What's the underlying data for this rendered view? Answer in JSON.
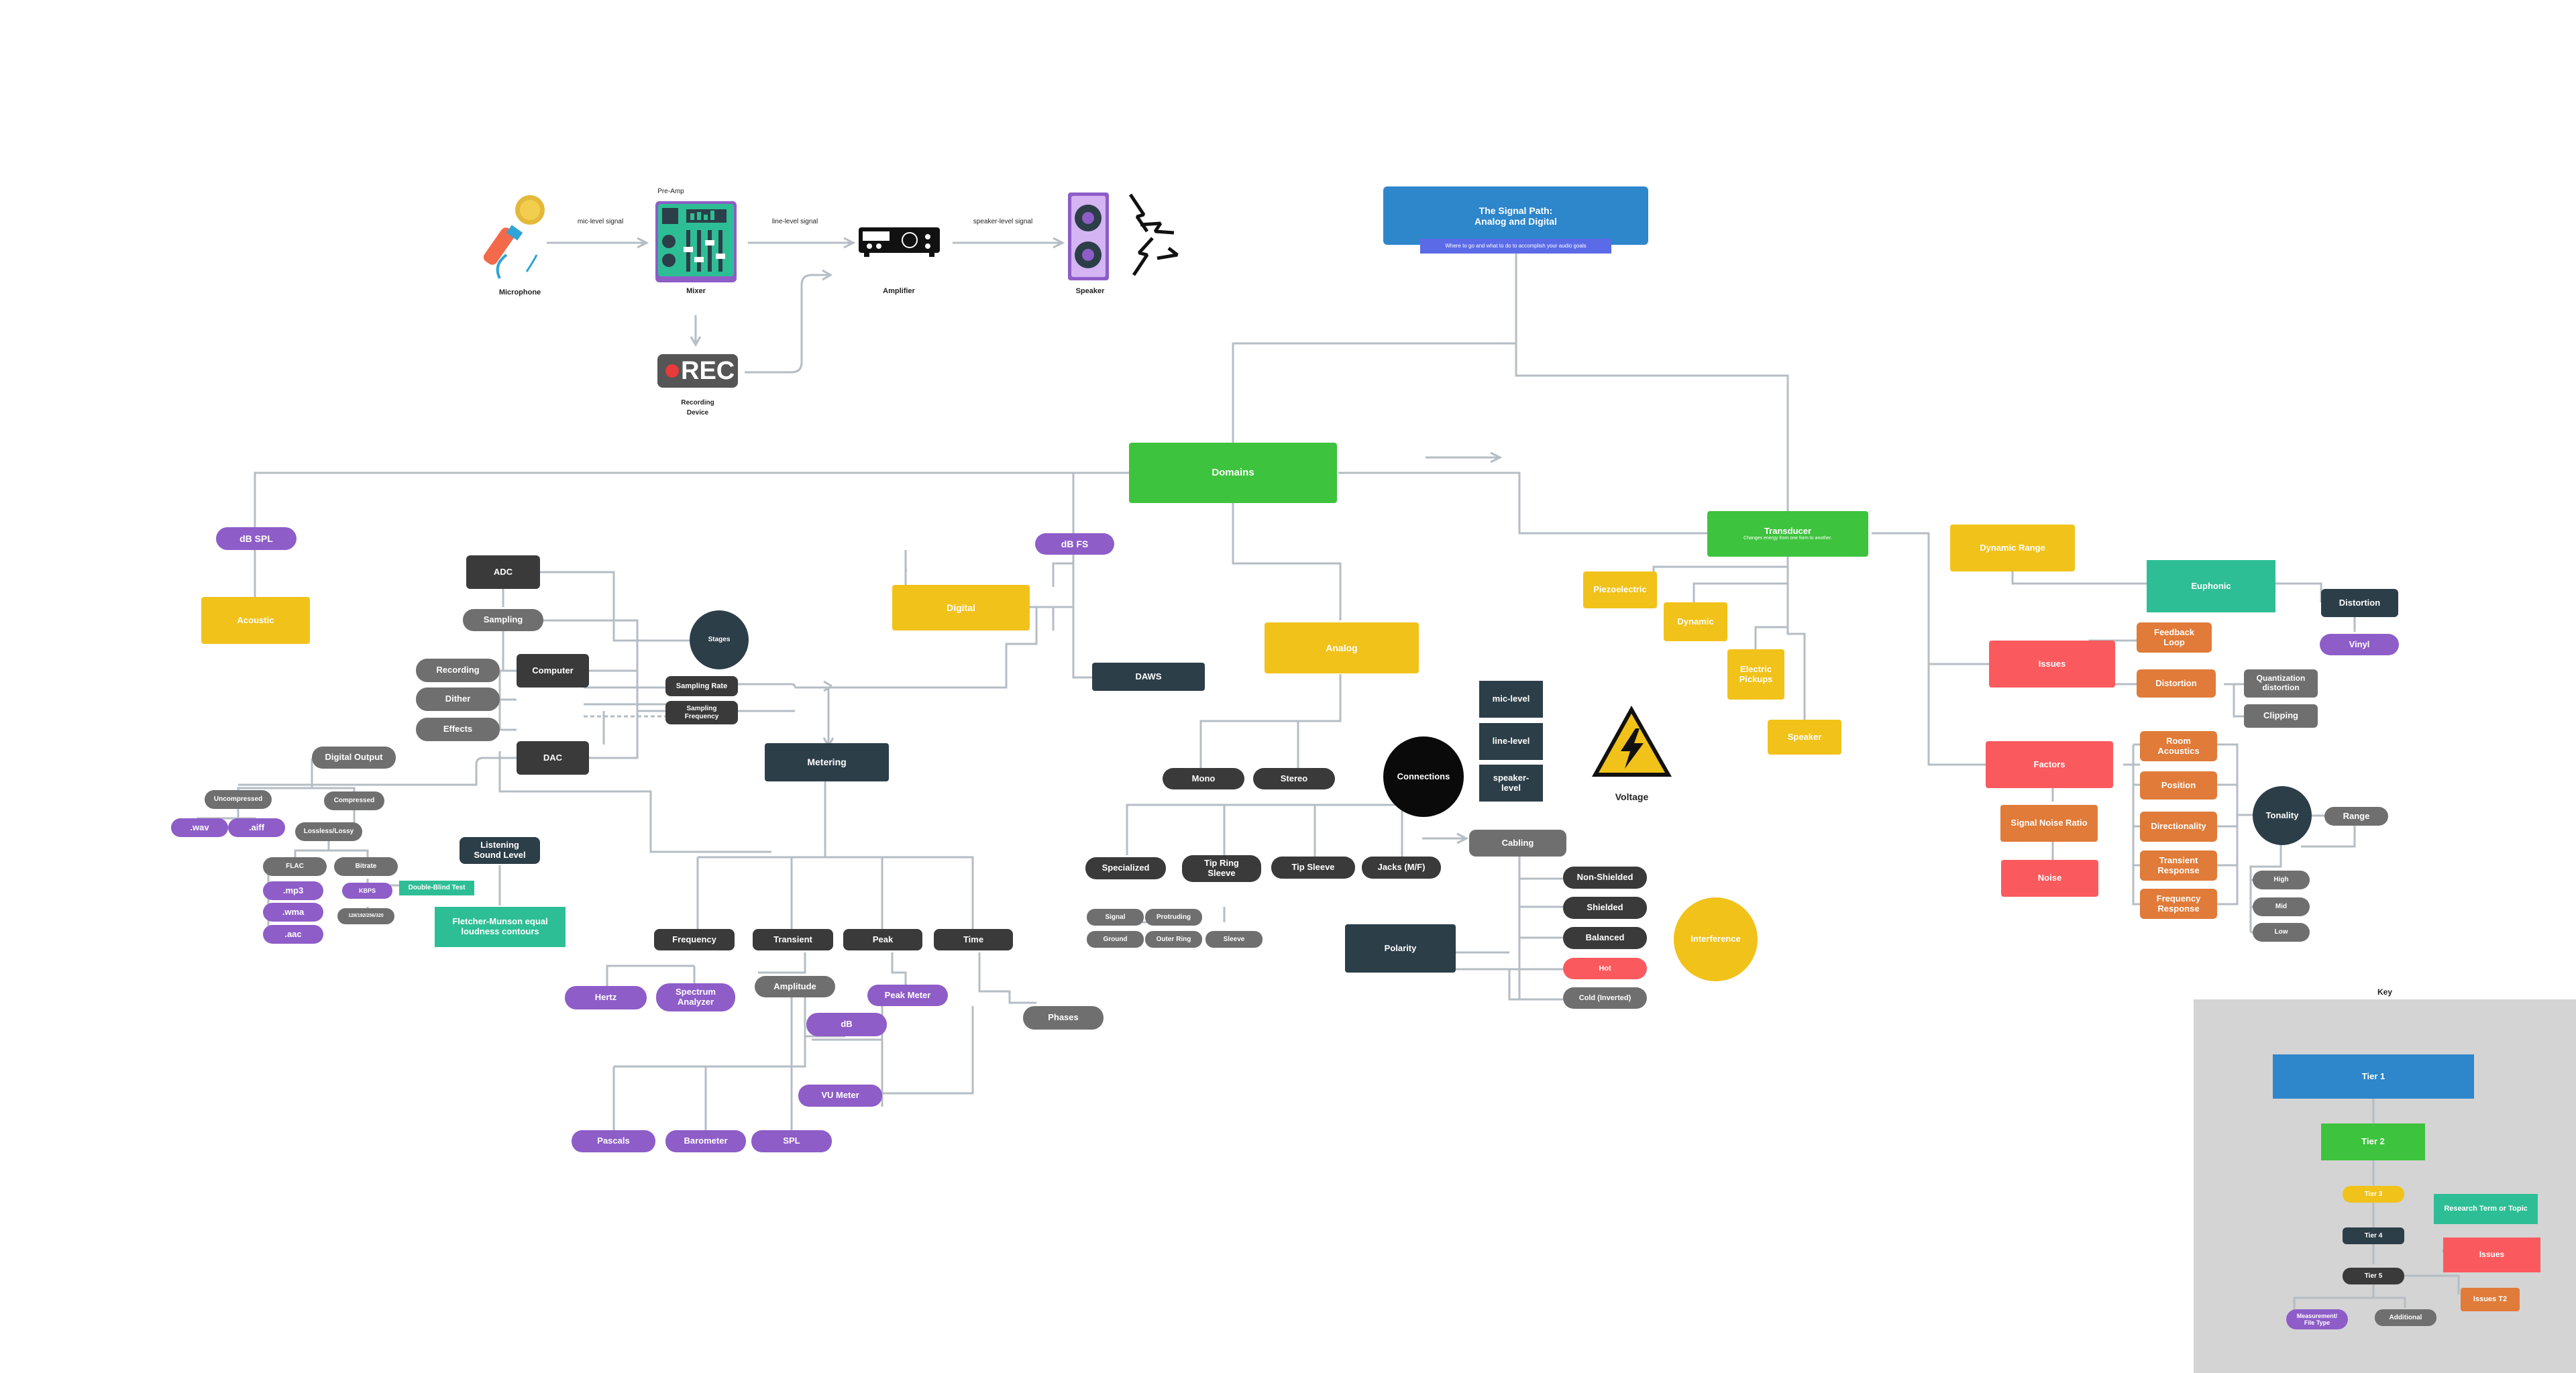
{
  "colors": {
    "tier1": "#2E86CB",
    "tier2": "#3EC33E",
    "tier3": "#F1C21A",
    "tier4": "#2C3E48",
    "tier5": "#3A3A3A",
    "research": "#2EBE96",
    "issues": "#FA5A5E",
    "issues_t2": "#E07B39",
    "measurement": "#8E5DC8",
    "additional": "#6F6F6F",
    "line": "#B5BDC4"
  },
  "signal_chain": {
    "microphone": "Microphone",
    "mic_level_signal": "mic-level signal",
    "pre_amp": "Pre-Amp",
    "mixer": "Mixer",
    "line_level_signal": "line-level signal",
    "amplifier": "Amplifier",
    "speaker_level_signal": "speaker-level signal",
    "speaker": "Speaker",
    "rec_text": "REC",
    "recording_device": "Recording\nDevice"
  },
  "title": {
    "main": "The Signal Path:\nAnalog and Digital",
    "subtitle": "Where to go and what to do to accomplish your audio goals"
  },
  "nodes": {
    "domains": "Domains",
    "transducer": "Transducer",
    "transducer_sub": "Changes energy from one form to another.",
    "dynamic_range": "Dynamic Range",
    "euphonic": "Euphonic",
    "distortion_top": "Distortion",
    "vinyl": "Vinyl",
    "piezoelectric": "Piezoelectric",
    "dynamic": "Dynamic",
    "electric_pickups": "Electric\nPickups",
    "speaker_node": "Speaker",
    "issues": "Issues",
    "feedback_loop": "Feedback\nLoop",
    "distortion_issue": "Distortion",
    "quantization_distortion": "Quantization\ndistortion",
    "clipping": "Clipping",
    "factors": "Factors",
    "signal_noise_ratio": "Signal Noise Ratio",
    "noise": "Noise",
    "room_acoustics": "Room\nAcoustics",
    "position": "Position",
    "directionality": "Directionality",
    "transient_response": "Transient\nResponse",
    "frequency_response": "Frequency\nResponse",
    "tonality": "Tonality",
    "range": "Range",
    "high": "High",
    "mid": "Mid",
    "low": "Low",
    "db_spl": "dB SPL",
    "acoustic": "Acoustic",
    "adc": "ADC",
    "sampling": "Sampling",
    "recording": "Recording",
    "computer": "Computer",
    "dither": "Dither",
    "effects": "Effects",
    "dac": "DAC",
    "stages": "Stages",
    "sampling_rate": "Sampling Rate",
    "sampling_frequency": "Sampling\nFrequency",
    "db_fs": "dB FS",
    "digital": "Digital",
    "daws": "DAWS",
    "analog": "Analog",
    "mono": "Mono",
    "stereo": "Stereo",
    "connections": "Connections",
    "mic_level": "mic-level",
    "line_level": "line-level",
    "speaker_level": "speaker-\nlevel",
    "voltage": "Voltage",
    "digital_output": "Digital Output",
    "uncompressed": "Uncompressed",
    "compressed": "Compressed",
    "wav": ".wav",
    "aiff": ".aiff",
    "lossless_lossy": "Lossless/Lossy",
    "flac": "FLAC",
    "bitrate": "Bitrate",
    "mp3": ".mp3",
    "kbps": "KBPS",
    "wma": ".wma",
    "kbps_values": "128/192/256/320",
    "aac": ".aac",
    "listening_sound_level": "Listening\nSound Level",
    "double_blind_test": "Double-Blind Test",
    "fletcher_munson": "Fletcher-Munson equal\nloudness contours",
    "metering": "Metering",
    "frequency": "Frequency",
    "transient": "Transient",
    "peak": "Peak",
    "time": "Time",
    "hertz": "Hertz",
    "spectrum_analyzer": "Spectrum\nAnalyzer",
    "amplitude": "Amplitude",
    "peak_meter": "Peak Meter",
    "phases": "Phases",
    "db": "dB",
    "vu_meter": "VU Meter",
    "pascals": "Pascals",
    "barometer": "Barometer",
    "spl": "SPL",
    "specialized": "Specialized",
    "tip_ring_sleeve": "Tip Ring\nSleeve",
    "tip_sleeve": "Tip Sleeve",
    "jacks": "Jacks (M/F)",
    "signal": "Signal",
    "protruding": "Protruding",
    "ground": "Ground",
    "outer_ring": "Outer Ring",
    "sleeve": "Sleeve",
    "cabling": "Cabling",
    "non_shielded": "Non-Shielded",
    "shielded": "Shielded",
    "balanced": "Balanced",
    "hot": "Hot",
    "cold_inverted": "Cold (Inverted)",
    "polarity": "Polarity",
    "interference": "Interference"
  },
  "key": {
    "title": "Key",
    "tier1": "Tier 1",
    "tier2": "Tier 2",
    "tier3": "Tier 3",
    "tier4": "Tier 4",
    "tier5": "Tier 5",
    "research": "Research Term or Topic",
    "issues": "Issues",
    "issues_t2": "Issues T2",
    "measurement": "Measurement/\nFile Type",
    "additional": "Additional"
  }
}
